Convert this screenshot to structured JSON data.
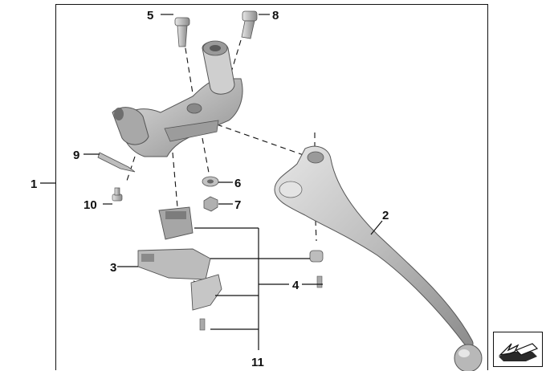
{
  "callouts": {
    "c1": "1",
    "c2": "2",
    "c3": "3",
    "c4": "4",
    "c5": "5",
    "c6": "6",
    "c7": "7",
    "c8": "8",
    "c9": "9",
    "c10": "10",
    "c11": "11"
  },
  "icons": {
    "orientation": "arrow-pointer-icon"
  },
  "colors": {
    "metal_light": "#d9d9d9",
    "metal_mid": "#b3b3b3",
    "metal_dark": "#7a7a7a",
    "line": "#111111"
  },
  "watermark": ""
}
